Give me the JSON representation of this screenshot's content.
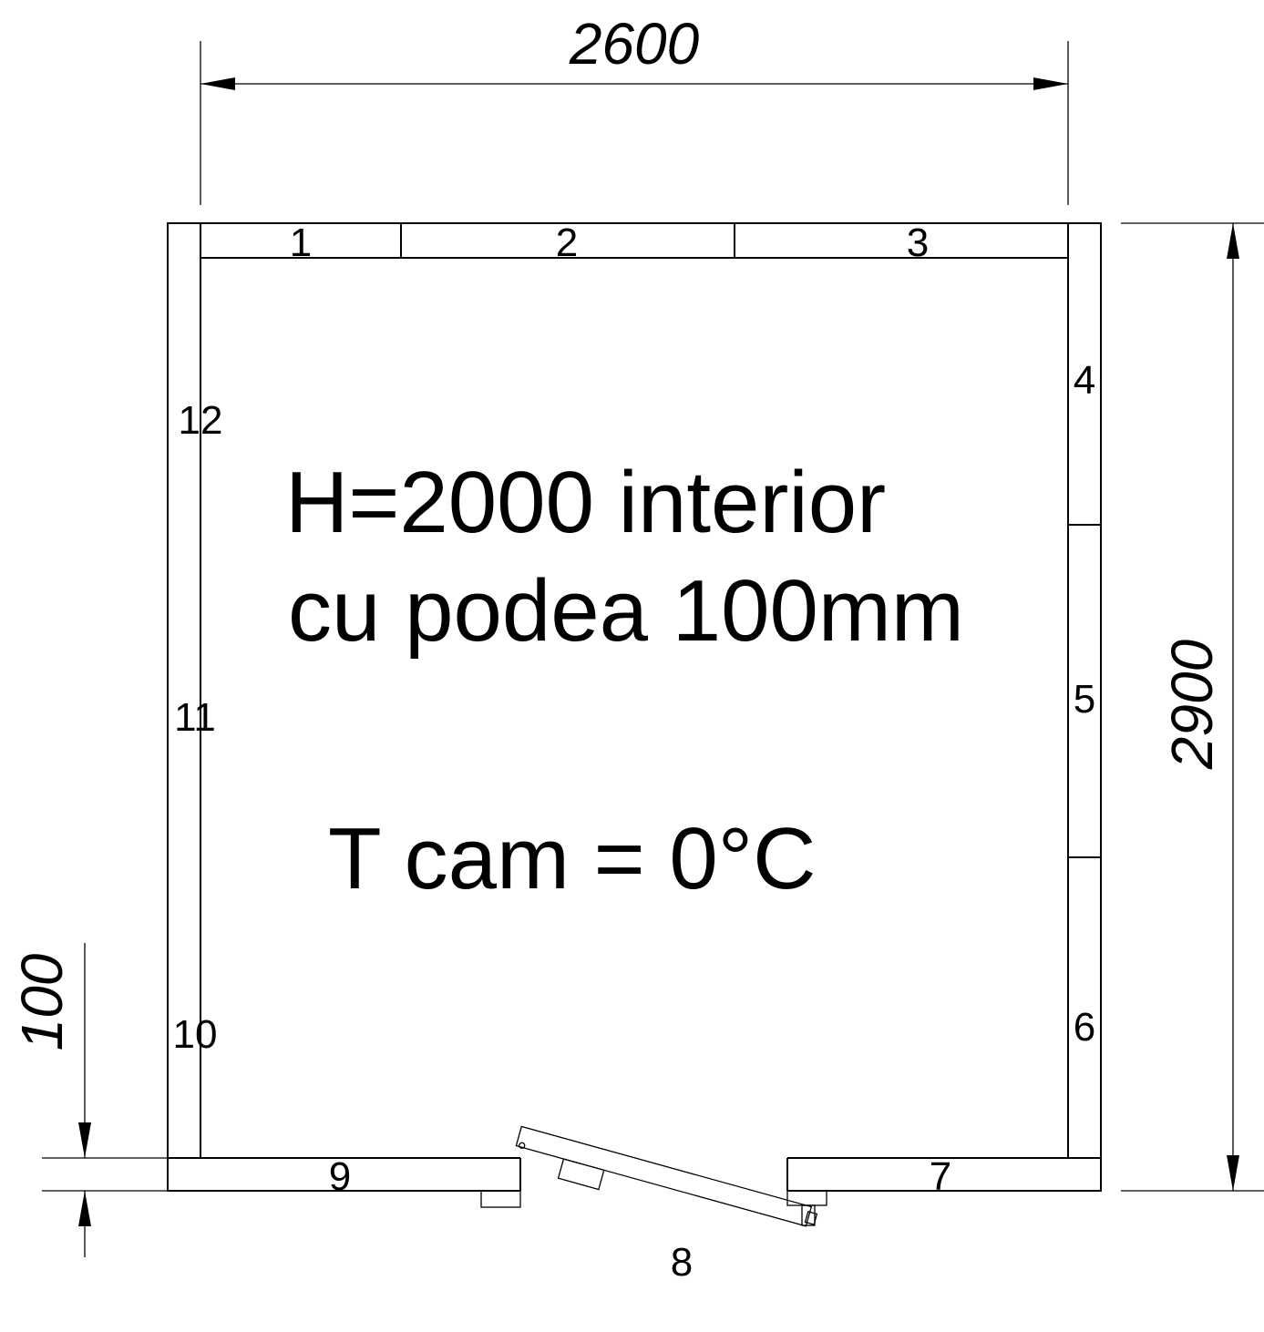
{
  "dimensions": {
    "width": "2600",
    "depth": "2900",
    "floor": "100"
  },
  "panels": [
    "1",
    "2",
    "3",
    "4",
    "5",
    "6",
    "7",
    "8",
    "9",
    "10",
    "11",
    "12"
  ],
  "notes": {
    "line1": "H=2000 interior",
    "line2": "cu podea 100mm",
    "line3": "T cam = 0°C"
  }
}
